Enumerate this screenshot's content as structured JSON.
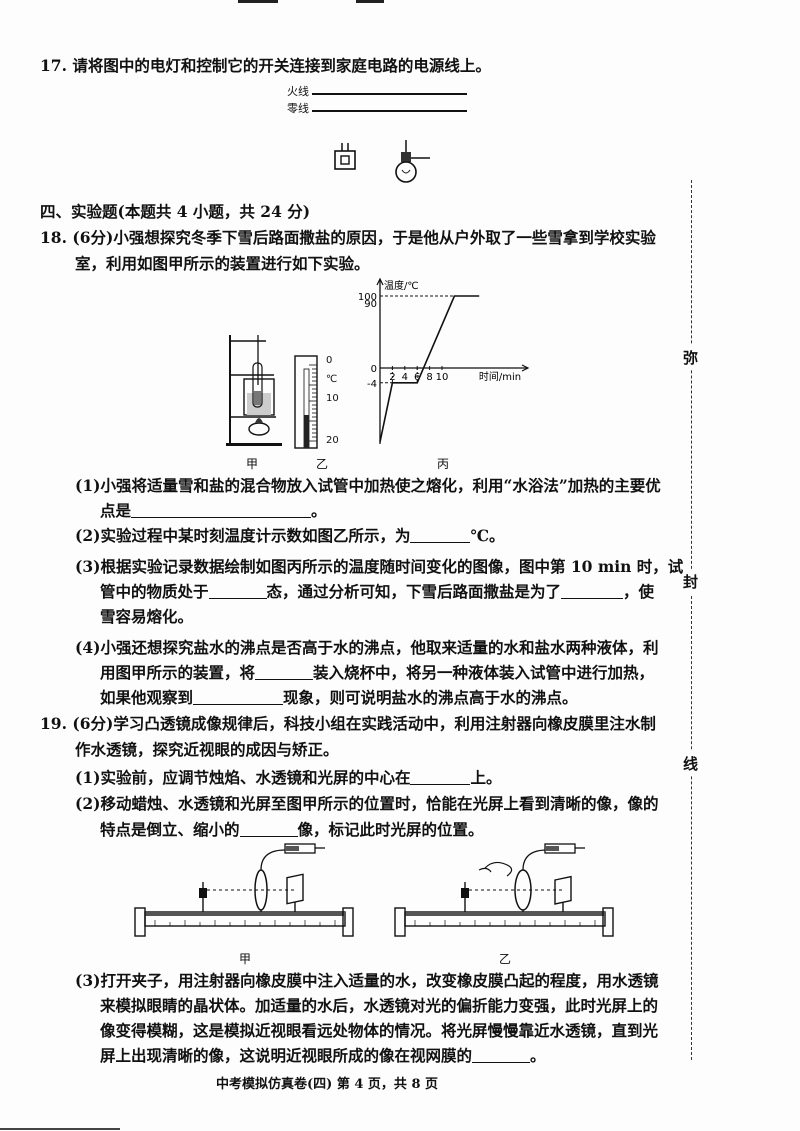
{
  "q17": {
    "text": "17. 请将图中的电灯和控制它的开关连接到家庭电路的电源线上。",
    "live_wire": "火线",
    "neutral_wire": "零线"
  },
  "section4": {
    "title": "四、实验题(本题共 4 小题，共 24 分)"
  },
  "q18": {
    "line1": "18. (6分)小强想探究冬季下雪后路面撒盐的原因，于是他从户外取了一些雪拿到学校实验",
    "line2": "室，利用如图甲所示的装置进行如下实验。",
    "fig_jia": "甲",
    "fig_yi": "乙",
    "fig_bing": "丙",
    "thermo_ticks": [
      "0",
      "℃",
      "10",
      "20"
    ],
    "p1_a": "(1)小强将适量雪和盐的混合物放入试管中加热使之熔化，利用“水浴法”加热的主要优",
    "p1_b": "点是",
    "p1_end": "。",
    "p2_a": "(2)实验过程中某时刻温度计示数如图乙所示，为",
    "p2_end": "℃。",
    "p3_a": "(3)根据实验记录数据绘制如图丙所示的温度随时间变化的图像，图中第 10 min 时，试",
    "p3_b": "管中的物质处于",
    "p3_c": "态，通过分析可知，下雪后路面撒盐是为了",
    "p3_d": "，使",
    "p3_e": "雪容易熔化。",
    "p4_a": "(4)小强还想探究盐水的沸点是否高于水的沸点，他取来适量的水和盐水两种液体，利",
    "p4_b": "用图甲所示的装置，将",
    "p4_c": "装入烧杯中，将另一种液体装入试管中进行加热，",
    "p4_d": "如果他观察到",
    "p4_e": "现象，则可说明盐水的沸点高于水的沸点。"
  },
  "chart_data": {
    "type": "line",
    "title": "",
    "xlabel": "时间/min",
    "ylabel": "温度/℃",
    "x_ticks": [
      "2",
      "4",
      "6",
      "8",
      "10"
    ],
    "y_ticks": [
      "100",
      "90",
      "0",
      "-4"
    ],
    "series": [
      {
        "values": [
          [
            0,
            -20
          ],
          [
            2,
            -4
          ],
          [
            6,
            -4
          ],
          [
            12,
            100
          ],
          [
            16,
            100
          ]
        ]
      }
    ],
    "grid": false
  },
  "q19": {
    "line1": "19. (6分)学习凸透镜成像规律后，科技小组在实践活动中，利用注射器向橡皮膜里注水制",
    "line2": "作水透镜，探究近视眼的成因与矫正。",
    "p1": "(1)实验前，应调节烛焰、水透镜和光屏的中心在",
    "p1_end": "上。",
    "p2_a": "(2)移动蜡烛、水透镜和光屏至图甲所示的位置时，恰能在光屏上看到清晰的像，像的",
    "p2_b": "特点是倒立、缩小的",
    "p2_c": "像，标记此时光屏的位置。",
    "fig_jia": "甲",
    "fig_yi": "乙",
    "p3_a": "(3)打开夹子，用注射器向橡皮膜中注入适量的水，改变橡皮膜凸起的程度，用水透镜",
    "p3_b": "来模拟眼睛的晶状体。加适量的水后，水透镜对光的偏折能力变强，此时光屏上的",
    "p3_c": "像变得模糊，这是模拟近视眼看远处物体的情况。将光屏慢慢靠近水透镜，直到光",
    "p3_d": "屏上出现清晰的像，这说明近视眼所成的像在视网膜的",
    "p3_end": "。"
  },
  "footer": {
    "text": "中考模拟仿真卷(四)  第 4 页，共 8 页"
  },
  "binding_margin": {
    "mi": "弥",
    "feng": "封",
    "xian": "线"
  }
}
